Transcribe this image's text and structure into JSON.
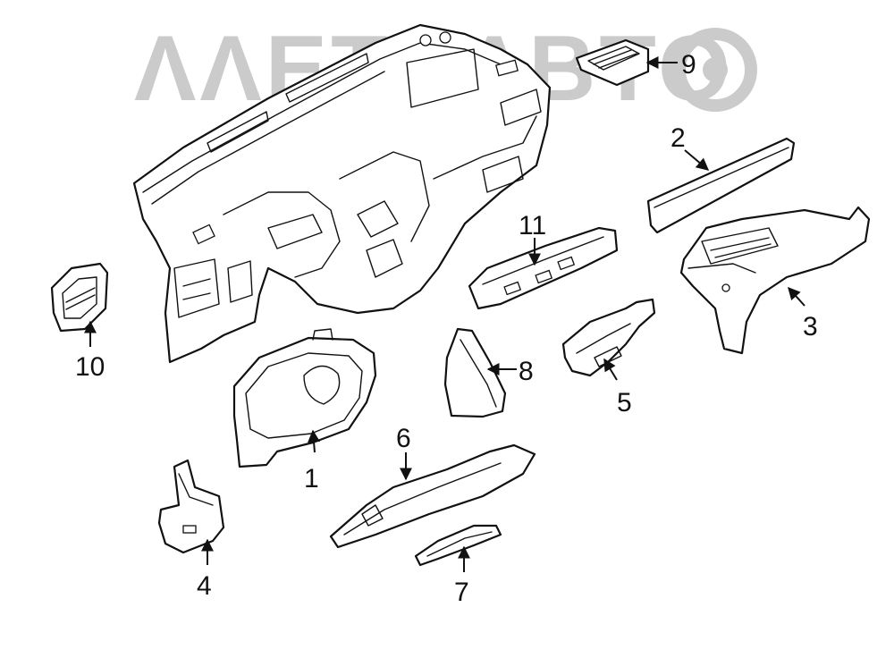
{
  "watermark": {
    "text": "ΛΛΕΤΟΛΒΤΟ",
    "color": "#c9c9c9"
  },
  "callouts": [
    {
      "id": "1",
      "label": "1"
    },
    {
      "id": "2",
      "label": "2"
    },
    {
      "id": "3",
      "label": "3"
    },
    {
      "id": "4",
      "label": "4"
    },
    {
      "id": "5",
      "label": "5"
    },
    {
      "id": "6",
      "label": "6"
    },
    {
      "id": "7",
      "label": "7"
    },
    {
      "id": "8",
      "label": "8"
    },
    {
      "id": "9",
      "label": "9"
    },
    {
      "id": "10",
      "label": "10"
    },
    {
      "id": "11",
      "label": "11"
    }
  ],
  "colors": {
    "line": "#111111",
    "background": "#ffffff"
  }
}
